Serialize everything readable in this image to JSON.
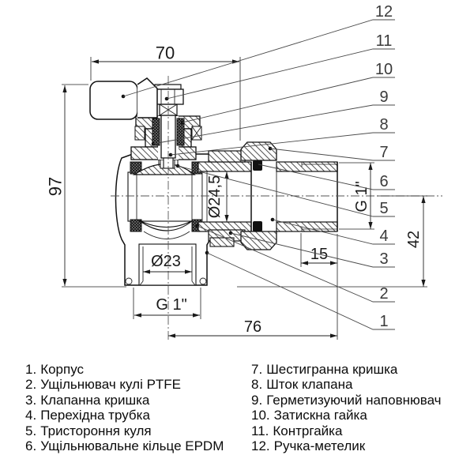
{
  "colors": {
    "background": "#ffffff",
    "line": "#1a1a1a",
    "callout_text": "#3a3a3a",
    "list_text": "#0b0b0b"
  },
  "drawing": {
    "dim_labels": {
      "top_width": "70",
      "left_height": "97",
      "adapter_bore": "Ø24,5",
      "bottom_bore": "Ø23",
      "bottom_thread": "G 1\"",
      "bottom_length": "76",
      "right_thread": "G 1\"",
      "right_height": "42",
      "thread_length": "15"
    },
    "callouts": {
      "c1": "1",
      "c2": "2",
      "c3": "3",
      "c4": "4",
      "c5": "5",
      "c6": "6",
      "c7": "7",
      "c8": "8",
      "c9": "9",
      "c10": "10",
      "c11": "11",
      "c12": "12"
    }
  },
  "parts_list": {
    "left": [
      {
        "num": "1.",
        "name": "Корпус"
      },
      {
        "num": "2.",
        "name": "Ущільнювач кулі PTFE"
      },
      {
        "num": "3.",
        "name": "Клапанна кришка"
      },
      {
        "num": "4.",
        "name": "Перехідна трубка"
      },
      {
        "num": "5.",
        "name": "Тристороння куля"
      },
      {
        "num": "6.",
        "name": "Ущільнювальне кільце EPDM"
      }
    ],
    "right": [
      {
        "num": "7.",
        "name": "Шестигранна кришка"
      },
      {
        "num": "8.",
        "name": "Шток клапана"
      },
      {
        "num": "9.",
        "name": "Герметизуючий наповнювач"
      },
      {
        "num": "10.",
        "name": "Затискна гайка"
      },
      {
        "num": "11.",
        "name": "Контргайка"
      },
      {
        "num": "12.",
        "name": "Ручка-метелик"
      }
    ]
  }
}
